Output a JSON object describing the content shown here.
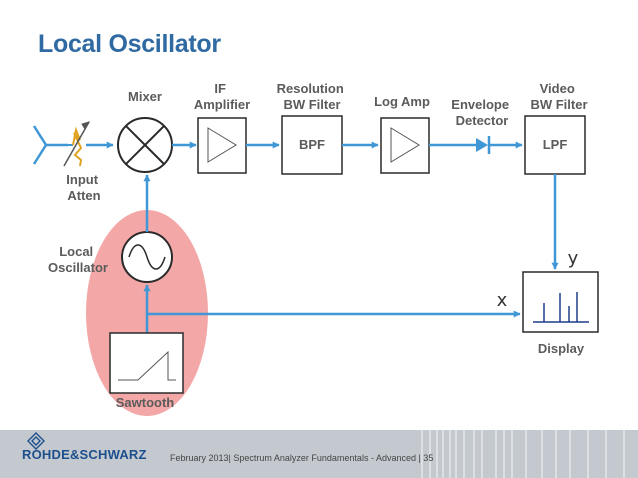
{
  "title": "Local Oscillator",
  "labels": {
    "mixer": "Mixer",
    "if_amplifier": [
      "IF",
      "Amplifier"
    ],
    "resolution_bw_filter": [
      "Resolution",
      "BW Filter"
    ],
    "log_amp": "Log Amp",
    "envelope_detector": [
      "Envelope",
      "Detector"
    ],
    "video_bw_filter": [
      "Video",
      "BW Filter"
    ],
    "input_atten": [
      "Input",
      "Atten"
    ],
    "local_oscillator": [
      "Local",
      "Oscillator"
    ],
    "sawtooth": "Sawtooth",
    "display": "Display",
    "x_axis": "x",
    "y_axis": "y"
  },
  "blocks": {
    "bpf": "BPF",
    "lpf": "LPF"
  },
  "footer": {
    "brand": "ROHDE&SCHWARZ",
    "text": "February 2013| Spectrum Analyzer Fundamentals - Advanced  |  35"
  },
  "colors": {
    "title": "#2f6aa3",
    "signal_path": "#3f97d6",
    "highlight": "#f08a8a",
    "brand": "#1d4f8c",
    "footer_bar": "#c4c9cf"
  },
  "icons": [
    "antenna-icon",
    "attenuator-icon",
    "mixer-icon",
    "amplifier-icon",
    "diode-icon",
    "sine-icon",
    "sawtooth-icon",
    "spectrum-icon",
    "rohde-schwarz-logo-icon"
  ]
}
